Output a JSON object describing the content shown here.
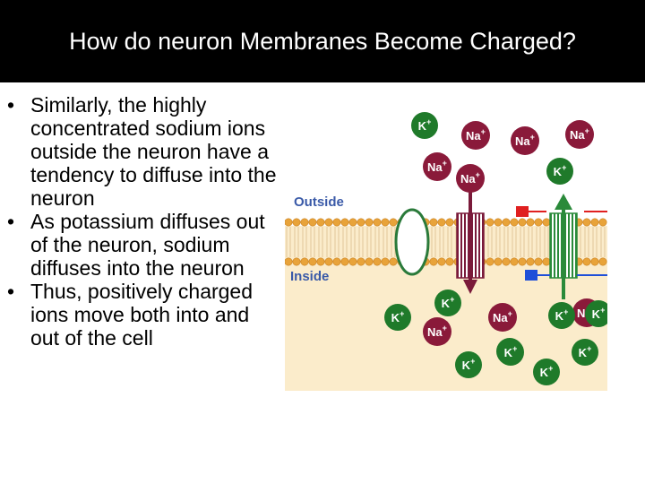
{
  "slide": {
    "title": "How do neuron Membranes Become Charged?",
    "bullets": [
      "Similarly, the highly concentrated sodium ions outside the neuron have a tendency to diffuse into the neuron",
      "As potassium diffuses out of the neuron, sodium diffuses into the neuron",
      "Thus, positively charged ions move both into and out of the cell"
    ]
  },
  "diagram": {
    "outside_label": "Outside",
    "inside_label": "Inside",
    "ions": [
      {
        "t": "K",
        "s": "+"
      },
      {
        "t": "Na",
        "s": "+"
      },
      {
        "t": "Na",
        "s": "+"
      },
      {
        "t": "Na",
        "s": "+"
      },
      {
        "t": "Na",
        "s": "+"
      },
      {
        "t": "Na",
        "s": "+"
      },
      {
        "t": "K",
        "s": "+"
      },
      {
        "t": "K",
        "s": "+"
      },
      {
        "t": "K",
        "s": "+"
      },
      {
        "t": "Na",
        "s": "+"
      },
      {
        "t": "Na",
        "s": "+"
      },
      {
        "t": "K",
        "s": "+"
      },
      {
        "t": "K",
        "s": "+"
      },
      {
        "t": "Na",
        "s": "+"
      },
      {
        "t": "K",
        "s": "+"
      },
      {
        "t": "K",
        "s": "+"
      },
      {
        "t": "K",
        "s": "+"
      },
      {
        "t": "K",
        "s": "+"
      },
      {
        "t": "K",
        "s": "+"
      }
    ],
    "colors": {
      "potassium": "#1f7a2a",
      "sodium": "#8a1a3a",
      "outside_bg": "#ffffff",
      "inside_bg": "#fbeccb",
      "membrane": "#e8a33a"
    }
  }
}
